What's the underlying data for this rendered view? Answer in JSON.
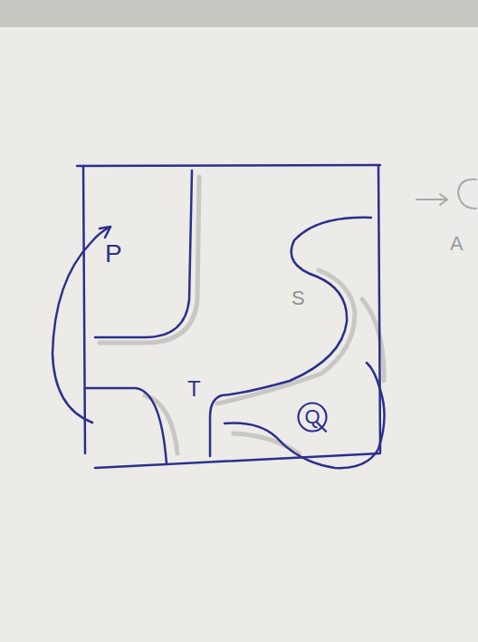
{
  "diagram": {
    "nodes": [
      {
        "text": [
          "Q"
        ]
      }
    ],
    "labels": [
      "P",
      "S",
      "T",
      "A"
    ]
  }
}
